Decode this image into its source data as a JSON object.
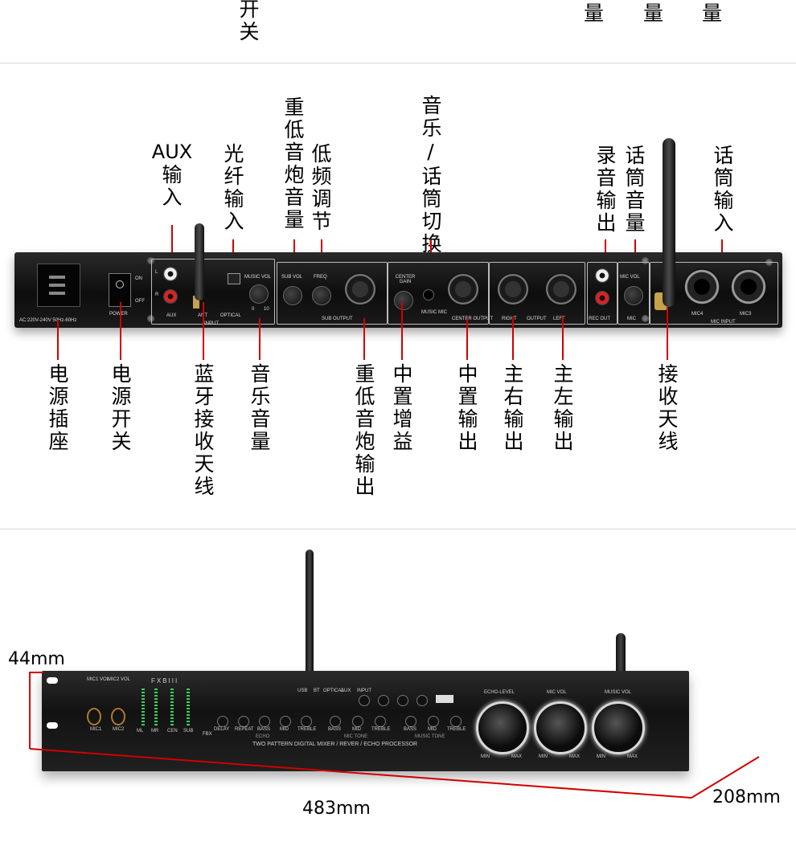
{
  "top_strip": {
    "labels": [
      "开关",
      "量",
      "量",
      "量"
    ]
  },
  "rear_callouts_top": [
    {
      "text": "AUX输入",
      "aux": "AUX",
      "rest": "输入"
    },
    {
      "text": "光纤输入"
    },
    {
      "text": "重低音炮音量"
    },
    {
      "text": "低频调节"
    },
    {
      "text": "音乐/话筒切换"
    },
    {
      "text": "录音输出"
    },
    {
      "text": "话筒音量"
    },
    {
      "text": "话筒输入"
    }
  ],
  "rear_callouts_bottom": [
    {
      "text": "电源插座"
    },
    {
      "text": "电源开关"
    },
    {
      "text": "蓝牙接收天线"
    },
    {
      "text": "音乐音量"
    },
    {
      "text": "重低音炮输出"
    },
    {
      "text": "中置增益"
    },
    {
      "text": "中置输出"
    },
    {
      "text": "主右输出"
    },
    {
      "text": "主左输出"
    },
    {
      "text": "接收天线"
    }
  ],
  "rear_panel": {
    "power_spec": "AC:220V-240V 50Hz-60Hz",
    "power_label": "POWER",
    "on": "ON",
    "off": "OFF",
    "aux": "AUX",
    "l": "L",
    "r": "R",
    "ant": "ANT",
    "optical": "OPTICAL",
    "input": "INPUT",
    "music_vol": "MUSIC VOL",
    "sub_vol": "SUB VOL",
    "freq": "FREQ",
    "sub_output": "SUB OUTPUT",
    "center_gain": "CENTER GAIN",
    "music_mic": "MUSIC MIC",
    "center_output": "CENTER OUTPUT",
    "right": "RIGHT",
    "output": "OUTPUT",
    "left": "LEFT",
    "rec_out": "REC OUT",
    "mic_vol": "MIC VOL",
    "mic": "MIC",
    "mic4": "MIC4",
    "mic3": "MIC3",
    "mic_input": "MIC INPUT",
    "scale_0": "0",
    "scale_10": "10"
  },
  "front_panel": {
    "brand": "FXBIII",
    "mic1": "MIC1",
    "mic2": "MIC2",
    "mic1_vol": "MIC1 VOL",
    "mic2_vol": "MIC2 VOL",
    "meters": [
      "ML",
      "MR",
      "CEN",
      "SUB"
    ],
    "fbx": "FBX",
    "echo_controls": [
      "DELAY",
      "REPEAT",
      "BASS",
      "MID",
      "TREBLE"
    ],
    "echo": "ECHO",
    "mic_tone_controls": [
      "BASS",
      "MID",
      "TREBLE"
    ],
    "mic_tone": "MIC TONE",
    "music_tone_controls": [
      "BASS",
      "MID",
      "TREBLE"
    ],
    "music_tone": "MUSIC TONE",
    "indicators": [
      "USB",
      "BT",
      "OPTICAL",
      "AUX"
    ],
    "input_btn": "INPUT",
    "tagline": "TWO PATTERN DIGITAL MIXER / REVER / ECHO PROCESSOR",
    "big_knobs": [
      {
        "label": "ECHO-LEVEL",
        "min": "MIN",
        "max": "MAX"
      },
      {
        "label": "MIC VOL",
        "min": "MIN",
        "max": "MAX"
      },
      {
        "label": "MUSIC VOL",
        "min": "MIN",
        "max": "MAX"
      }
    ]
  },
  "dimensions": {
    "height": "44mm",
    "width": "483mm",
    "depth": "208mm"
  },
  "colors": {
    "callout_line": "#d10000",
    "meter_green": "#3cd05a",
    "panel": "#111111"
  }
}
